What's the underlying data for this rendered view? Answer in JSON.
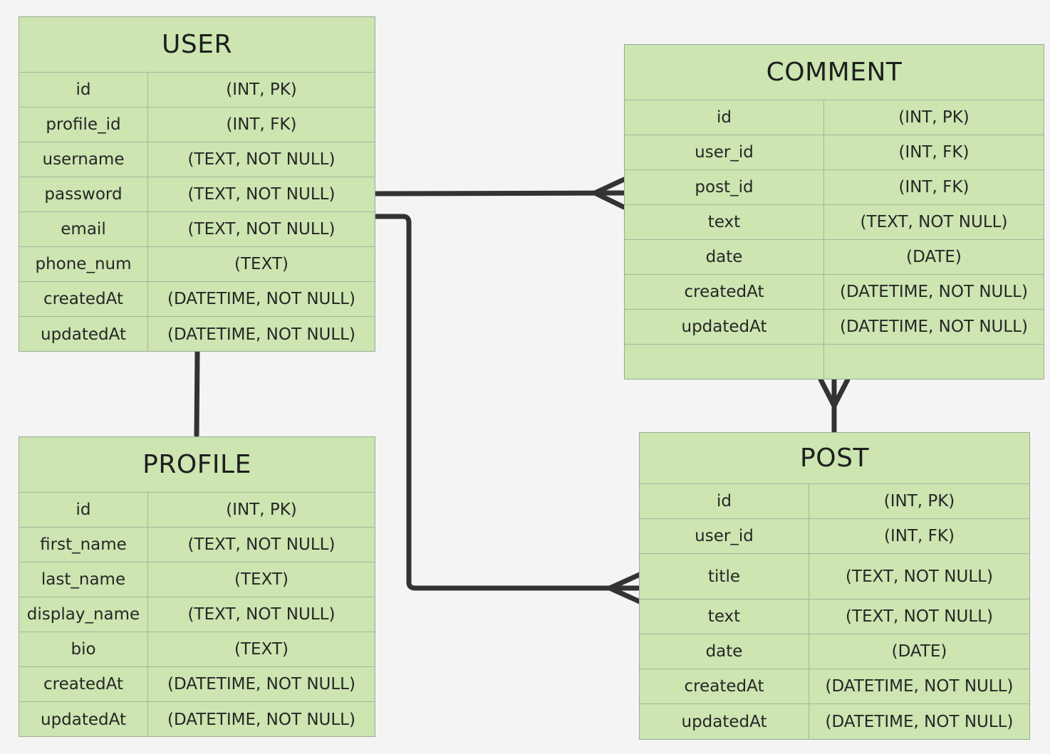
{
  "entities": {
    "user": {
      "title": "USER",
      "rows": [
        {
          "name": "id",
          "type": "(INT, PK)"
        },
        {
          "name": "profile_id",
          "type": "(INT, FK)"
        },
        {
          "name": "username",
          "type": "(TEXT, NOT NULL)"
        },
        {
          "name": "password",
          "type": "(TEXT, NOT NULL)"
        },
        {
          "name": "email",
          "type": "(TEXT, NOT NULL)"
        },
        {
          "name": "phone_num",
          "type": "(TEXT)"
        },
        {
          "name": "createdAt",
          "type": "(DATETIME, NOT NULL)"
        },
        {
          "name": "updatedAt",
          "type": "(DATETIME, NOT NULL)"
        }
      ]
    },
    "profile": {
      "title": "PROFILE",
      "rows": [
        {
          "name": "id",
          "type": "(INT, PK)"
        },
        {
          "name": "first_name",
          "type": "(TEXT, NOT NULL)"
        },
        {
          "name": "last_name",
          "type": "(TEXT)"
        },
        {
          "name": "display_name",
          "type": "(TEXT, NOT NULL)"
        },
        {
          "name": "bio",
          "type": "(TEXT)"
        },
        {
          "name": "createdAt",
          "type": "(DATETIME, NOT NULL)"
        },
        {
          "name": "updatedAt",
          "type": "(DATETIME, NOT NULL)"
        }
      ]
    },
    "comment": {
      "title": "COMMENT",
      "rows": [
        {
          "name": "id",
          "type": "(INT, PK)"
        },
        {
          "name": "user_id",
          "type": "(INT, FK)"
        },
        {
          "name": "post_id",
          "type": "(INT, FK)"
        },
        {
          "name": "text",
          "type": "(TEXT, NOT NULL)"
        },
        {
          "name": "date",
          "type": "(DATE)"
        },
        {
          "name": "createdAt",
          "type": "(DATETIME, NOT NULL)"
        },
        {
          "name": "updatedAt",
          "type": "(DATETIME, NOT NULL)"
        },
        {
          "name": "",
          "type": ""
        }
      ]
    },
    "post": {
      "title": "POST",
      "rows": [
        {
          "name": "id",
          "type": "(INT, PK)"
        },
        {
          "name": "user_id",
          "type": "(INT, FK)"
        },
        {
          "name": "title",
          "type": "(TEXT, NOT NULL)"
        },
        {
          "name": "text",
          "type": "(TEXT, NOT NULL)"
        },
        {
          "name": "date",
          "type": "(DATE)"
        },
        {
          "name": "createdAt",
          "type": "(DATETIME, NOT NULL)"
        },
        {
          "name": "updatedAt",
          "type": "(DATETIME, NOT NULL)"
        }
      ]
    }
  },
  "relationships": [
    {
      "from": "USER",
      "to": "PROFILE",
      "cardinality": "one-to-one"
    },
    {
      "from": "USER",
      "to": "COMMENT",
      "cardinality": "one-to-many"
    },
    {
      "from": "USER",
      "to": "POST",
      "cardinality": "one-to-many"
    },
    {
      "from": "POST",
      "to": "COMMENT",
      "cardinality": "one-to-many"
    }
  ],
  "colors": {
    "entity_fill": "#cce5b1",
    "entity_border": "#9daa94",
    "connector": "#333333",
    "background": "#f4f4f4"
  }
}
